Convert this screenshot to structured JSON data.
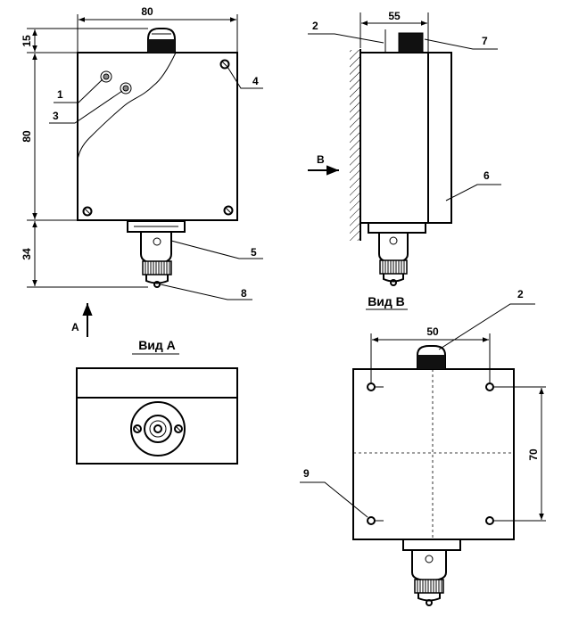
{
  "front_view": {
    "dim_width": "80",
    "dim_top": "15",
    "dim_height": "80",
    "dim_bottom": "34",
    "callouts": [
      "1",
      "3",
      "4",
      "5",
      "8"
    ],
    "arrow_label": "A"
  },
  "side_view": {
    "dim_width": "55",
    "callouts": [
      "2",
      "7",
      "6"
    ],
    "arrow_label": "B",
    "caption": "Вид В"
  },
  "view_a": {
    "caption": "Вид А"
  },
  "rear_view": {
    "dim_width": "50",
    "dim_height": "70",
    "callouts": [
      "2",
      "9"
    ]
  }
}
